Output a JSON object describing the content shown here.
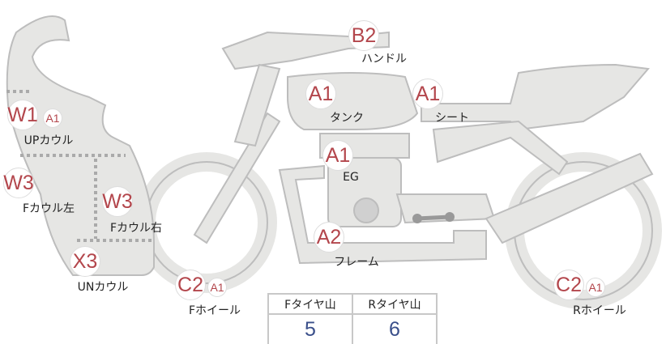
{
  "parts": [
    {
      "id": "handle",
      "code": "B2",
      "label": "ハンドル"
    },
    {
      "id": "tank",
      "code": "A1",
      "label": "タンク"
    },
    {
      "id": "seat",
      "code": "A1",
      "label": "シート"
    },
    {
      "id": "engine",
      "code": "A1",
      "label": "EG"
    },
    {
      "id": "frame",
      "code": "A2",
      "label": "フレーム"
    },
    {
      "id": "up-cowl",
      "code": "W1",
      "code2": "A1",
      "label": "UPカウル"
    },
    {
      "id": "f-cowl-left",
      "code": "W3",
      "label": "Fカウル左"
    },
    {
      "id": "f-cowl-right",
      "code": "W3",
      "label": "Fカウル右"
    },
    {
      "id": "un-cowl",
      "code": "X3",
      "label": "UNカウル"
    },
    {
      "id": "f-wheel",
      "code": "C2",
      "code2": "A1",
      "label": "Fホイール"
    },
    {
      "id": "r-wheel",
      "code": "C2",
      "code2": "A1",
      "label": "Rホイール"
    }
  ],
  "tires": {
    "headers": [
      "Fタイヤ山",
      "Rタイヤ山"
    ],
    "values": [
      "5",
      "6"
    ]
  },
  "colors": {
    "code": "#b3464c",
    "value": "#3a4f8a",
    "body": "#e6e6e4"
  }
}
